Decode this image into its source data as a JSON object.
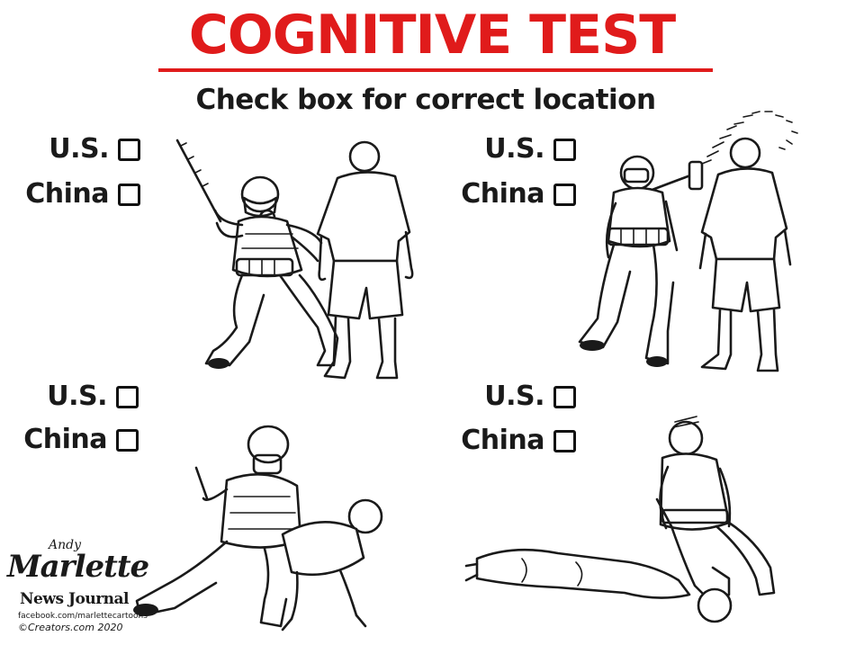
{
  "title": "COGNITIVE TEST",
  "subtitle": "Check box for correct location",
  "colors": {
    "title": "#e01b1b",
    "ink": "#1a1a1a"
  },
  "panels": [
    {
      "option_us": "U.S.",
      "option_china": "China",
      "us_checked": false,
      "china_checked": false
    },
    {
      "option_us": "U.S.",
      "option_china": "China",
      "us_checked": false,
      "china_checked": false
    },
    {
      "option_us": "U.S.",
      "option_china": "China",
      "us_checked": false,
      "china_checked": false
    },
    {
      "option_us": "U.S.",
      "option_china": "China",
      "us_checked": false,
      "china_checked": false
    }
  ],
  "signature": {
    "first_name": "Andy",
    "last_name": "Marlette",
    "paper": "News Journal",
    "facebook": "facebook.com/marlettecartoons",
    "syndicate": "©Creators.com 2020"
  }
}
